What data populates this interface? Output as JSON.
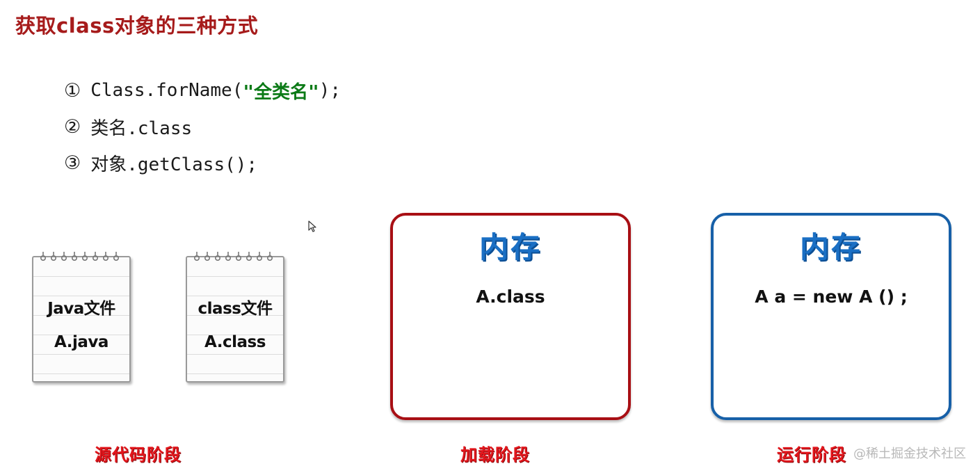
{
  "slide": {
    "title": "获取class对象的三种方式"
  },
  "ways": [
    {
      "num": "①",
      "prefix": "Class.forName(",
      "string": "\"全类名\"",
      "suffix": ");"
    },
    {
      "num": "②",
      "text": "类名.class"
    },
    {
      "num": "③",
      "text": "对象.getClass();"
    }
  ],
  "notepads": [
    {
      "line1": "Java文件",
      "line2": "A.java"
    },
    {
      "line1": "class文件",
      "line2": "A.class"
    }
  ],
  "memory_boxes": [
    {
      "title": "内存",
      "content": "A.class"
    },
    {
      "title": "内存",
      "content": "A a =  new A () ;"
    }
  ],
  "stages": {
    "source": "源代码阶段",
    "loading": "加载阶段",
    "runtime": "运行阶段"
  },
  "watermark": "@稀土掘金技术社区",
  "colors": {
    "title": "#a61b1b",
    "string_literal": "#0b7a16",
    "memory_title": "#1a6fc4",
    "box_red": "#a80f14",
    "box_blue": "#1760a8",
    "stage_label": "#e3161c"
  }
}
